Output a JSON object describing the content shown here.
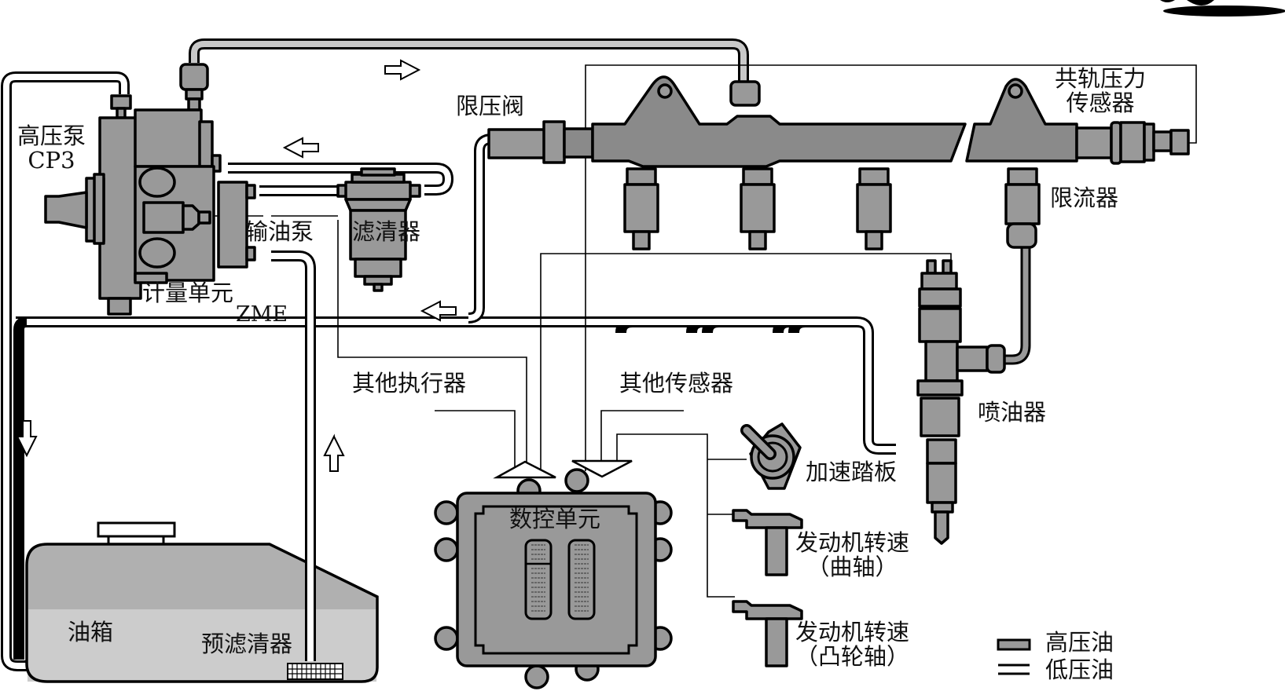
{
  "diagram": {
    "title": "共轨燃油喷射系统组成",
    "labels": {
      "high_pressure_pump": [
        "高压泵",
        "CP3"
      ],
      "metering_unit": "计量单元",
      "zme": "ZME",
      "feed_pump": "输油泵",
      "filter": "滤清器",
      "pressure_limiting_valve": "限压阀",
      "rail_pressure_sensor": [
        "共轨压力",
        "传感器"
      ],
      "flow_limiter": "限流器",
      "injector": "喷油器",
      "other_actuators": "其他执行器",
      "other_sensors": "其他传感器",
      "ecu": "数控单元",
      "accelerator_pedal": "加速踏板",
      "crank_speed": [
        "发动机转速",
        "（曲轴）"
      ],
      "cam_speed": [
        "发动机转速",
        "（凸轮轴）"
      ],
      "fuel_tank": "油箱",
      "pre_filter": "预滤清器"
    },
    "legend": [
      {
        "label": "高压油",
        "swatch": "high-pressure",
        "color": "#999999"
      },
      {
        "label": "低压油",
        "swatch": "low-pressure",
        "color": "#ffffff"
      }
    ],
    "flow_arrows": [
      "right",
      "left",
      "left",
      "down",
      "up"
    ],
    "colors": {
      "component_fill": "#999999",
      "tank_fuel_upper": "#b0b0b0",
      "tank_fuel_lower": "#cccccc",
      "hp_pipe": "#c8c8c8",
      "outline": "#000000"
    }
  }
}
